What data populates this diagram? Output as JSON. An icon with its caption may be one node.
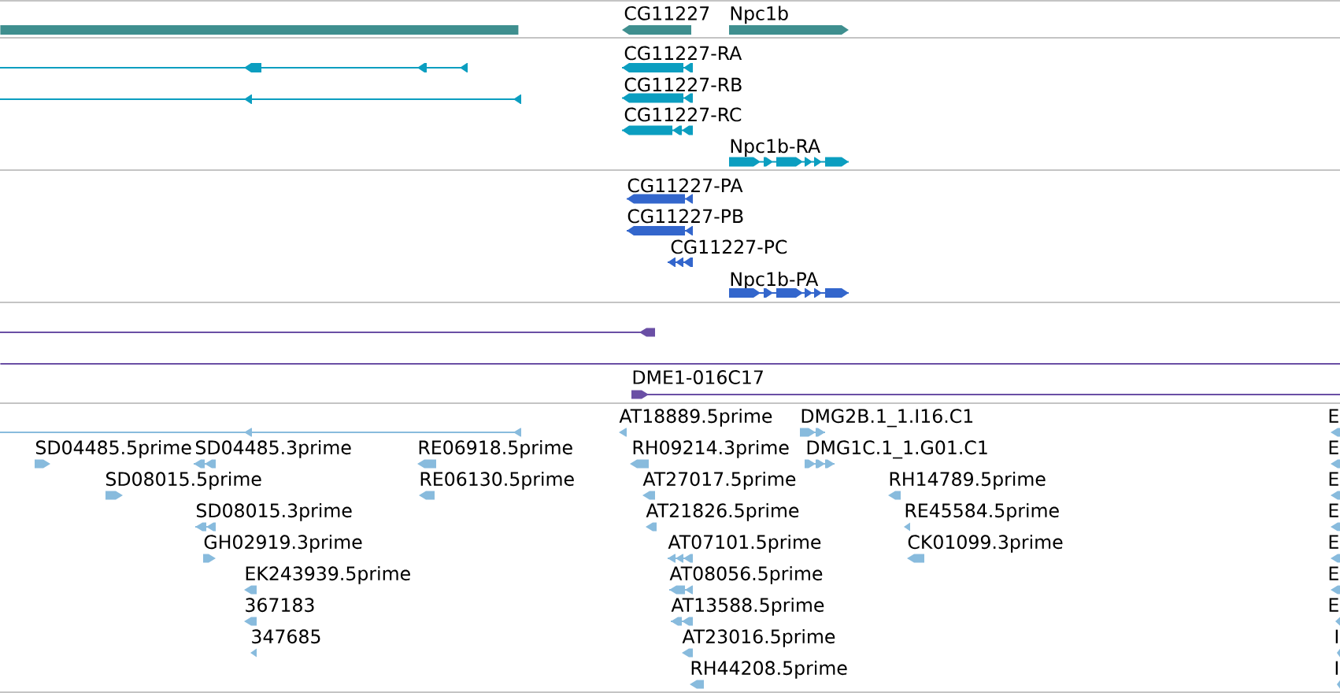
{
  "diagram": {
    "nodes": [
      {
        "text": [],
        "shape": "bar"
      },
      {
        "text": [
          "CG11227"
        ]
      },
      {
        "text": [
          "Npc1b"
        ]
      },
      {
        "text": [],
        "shape": "arrow"
      },
      {
        "text": [
          "CG11227-RA"
        ]
      },
      {
        "text": [],
        "shape": "arrow"
      },
      {
        "text": [
          "CG11227-RB"
        ]
      },
      {
        "text": [
          "CG11227-RC"
        ]
      },
      {
        "text": [
          "Npc1b-RA"
        ]
      },
      {
        "text": [
          "CG11227-PA"
        ]
      },
      {
        "text": [
          "CG11227-PB"
        ]
      },
      {
        "text": [
          "CG11227-PC"
        ]
      },
      {
        "text": [
          "Npc1b-PA"
        ]
      },
      {
        "text": [],
        "shape": "arrow"
      },
      {
        "text": [],
        "shape": "line"
      },
      {
        "text": [
          "DME1-016C17"
        ]
      },
      {
        "text": [],
        "shape": "arrow"
      },
      {
        "text": [
          "AT18889.5prime"
        ]
      },
      {
        "text": [
          "DMG2B.1_1.I16.C1"
        ]
      },
      {
        "text": [
          "E"
        ]
      },
      {
        "text": [
          "SD04485.5prime"
        ]
      },
      {
        "text": [
          "SD04485.3prime"
        ]
      },
      {
        "text": [
          "RE06918.5prime"
        ]
      },
      {
        "text": [
          "RH09214.3prime"
        ]
      },
      {
        "text": [
          "DMG1C.1_1.G01.C1"
        ]
      },
      {
        "text": [
          "E"
        ]
      },
      {
        "text": [
          "SD08015.5prime"
        ]
      },
      {
        "text": [
          "RE06130.5prime"
        ]
      },
      {
        "text": [
          "AT27017.5prime"
        ]
      },
      {
        "text": [
          "RH14789.5prime"
        ]
      },
      {
        "text": [
          "E"
        ]
      },
      {
        "text": [
          "SD08015.3prime"
        ]
      },
      {
        "text": [
          "AT21826.5prime"
        ]
      },
      {
        "text": [
          "RE45584.5prime"
        ]
      },
      {
        "text": [
          "E"
        ]
      },
      {
        "text": [
          "GH02919.3prime"
        ]
      },
      {
        "text": [
          "AT07101.5prime"
        ]
      },
      {
        "text": [
          "CK01099.3prime"
        ]
      },
      {
        "text": [
          "E"
        ]
      },
      {
        "text": [
          "EK243939.5prime"
        ]
      },
      {
        "text": [
          "AT08056.5prime"
        ]
      },
      {
        "text": [
          "E"
        ]
      },
      {
        "text": [
          "367183"
        ]
      },
      {
        "text": [
          "AT13588.5prime"
        ]
      },
      {
        "text": [
          "E"
        ]
      },
      {
        "text": [
          "347685"
        ]
      },
      {
        "text": [
          "AT23016.5prime"
        ]
      },
      {
        "text": [
          "I"
        ]
      },
      {
        "text": [
          "RH44208.5prime"
        ]
      },
      {
        "text": [
          "I"
        ]
      }
    ]
  }
}
